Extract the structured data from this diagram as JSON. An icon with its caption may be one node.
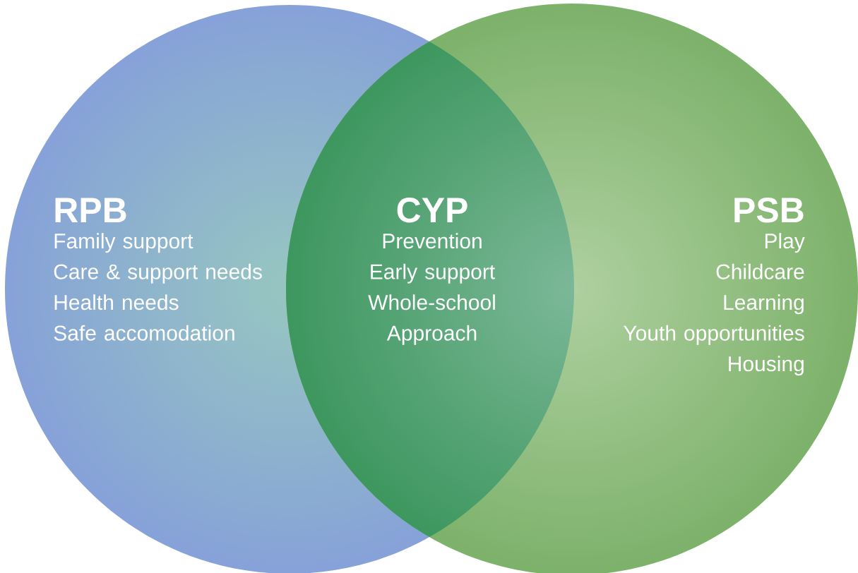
{
  "diagram": {
    "nodes": [
      {
        "text": [
          "RPB",
          "Family support",
          "Care & support needs",
          "Health needs",
          "Safe accomodation"
        ]
      },
      {
        "text": [
          "CYP",
          "Prevention",
          "Early support",
          "Whole-school Approach"
        ]
      },
      {
        "text": [
          "PSB",
          "Play",
          "Childcare",
          "Learning",
          "Youth opportunities",
          "Housing"
        ]
      }
    ]
  }
}
